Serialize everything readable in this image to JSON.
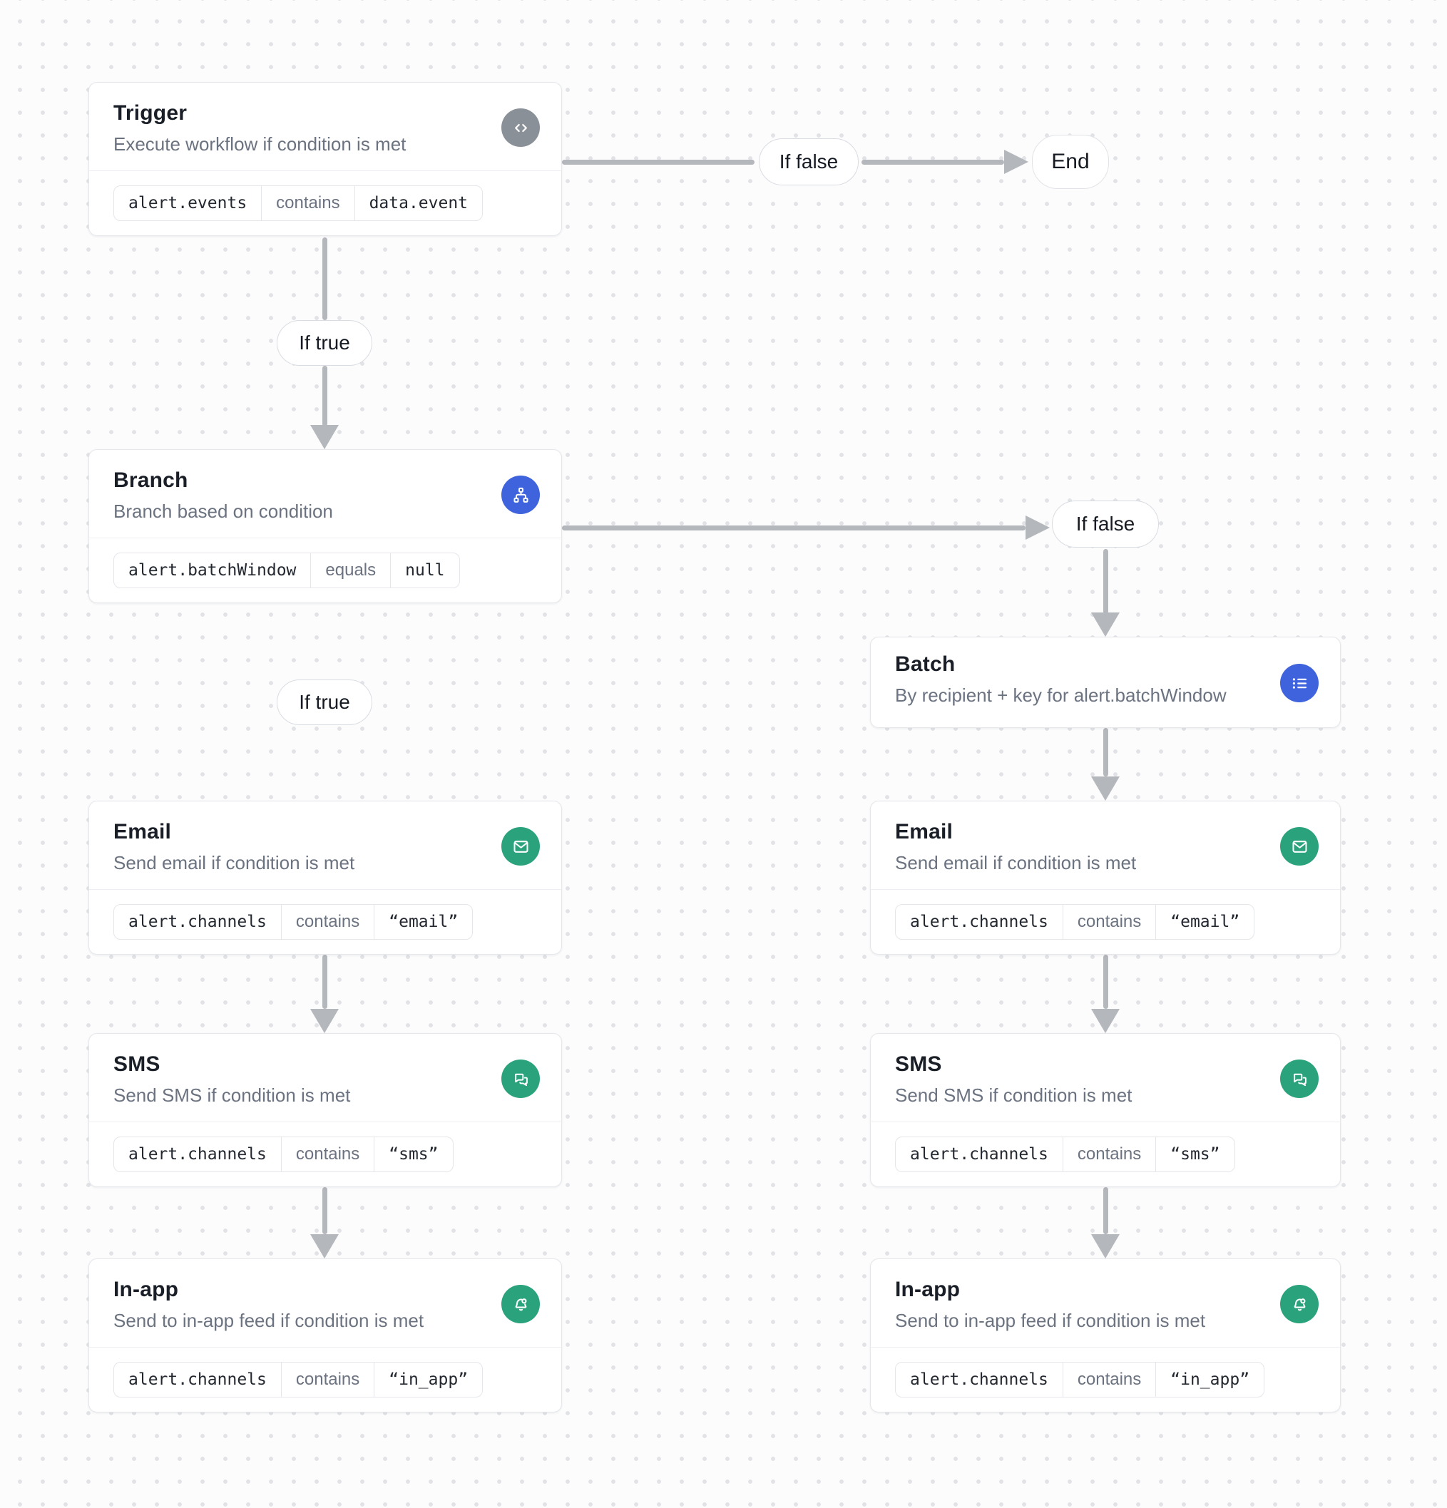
{
  "colors": {
    "accent_blue": "#3e63dd",
    "accent_green": "#2aa37c",
    "icon_gray": "#8a9097",
    "arrow_gray": "#b4b7bc",
    "canvas_background": "#fcfcfd"
  },
  "nodes": {
    "trigger": {
      "title": "Trigger",
      "subtitle": "Execute workflow if condition is met",
      "icon": "code-icon",
      "condition": {
        "left": "alert.events",
        "op": "contains",
        "right": "data.event"
      }
    },
    "branch": {
      "title": "Branch",
      "subtitle": "Branch based on condition",
      "icon": "branch-icon",
      "condition": {
        "left": "alert.batchWindow",
        "op": "equals",
        "right": "null"
      }
    },
    "batch": {
      "title": "Batch",
      "subtitle": "By recipient + key for alert.batchWindow",
      "icon": "list-icon"
    },
    "email": {
      "title": "Email",
      "subtitle": "Send email if condition is met",
      "icon": "email-icon",
      "condition": {
        "left": "alert.channels",
        "op": "contains",
        "right": "“email”"
      }
    },
    "sms": {
      "title": "SMS",
      "subtitle": "Send SMS if condition is met",
      "icon": "sms-icon",
      "condition": {
        "left": "alert.channels",
        "op": "contains",
        "right": "“sms”"
      }
    },
    "inapp": {
      "title": "In-app",
      "subtitle": "Send to in-app feed if condition is met",
      "icon": "in-app-icon",
      "condition": {
        "left": "alert.channels",
        "op": "contains",
        "right": "“in_app”"
      }
    }
  },
  "edges": {
    "if_true": "If true",
    "if_false": "If false",
    "end": "End"
  }
}
